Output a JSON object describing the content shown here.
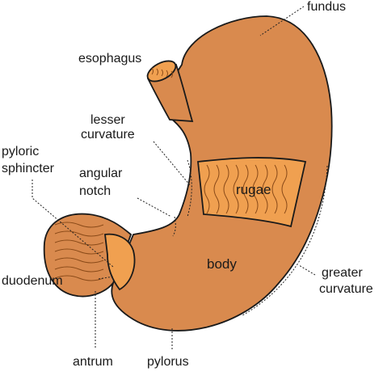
{
  "diagram": {
    "colors": {
      "tissue": "#d98a4e",
      "tissue_shade": "#c87838",
      "mucosa": "#f0a050",
      "mucosa_line": "#8a4a18",
      "outline": "#1a1a1a",
      "background": "#ffffff"
    },
    "labels": {
      "fundus": "fundus",
      "esophagus": "esophagus",
      "lesser_curvature_1": "lesser",
      "lesser_curvature_2": "curvature",
      "pyloric_sphincter_1": "pyloric",
      "pyloric_sphincter_2": "sphincter",
      "angular_notch_1": "angular",
      "angular_notch_2": "notch",
      "rugae": "rugae",
      "body": "body",
      "duodenum": "duodenum",
      "greater_curvature_1": "greater",
      "greater_curvature_2": "curvature",
      "antrum": "antrum",
      "pylorus": "pylorus"
    }
  }
}
